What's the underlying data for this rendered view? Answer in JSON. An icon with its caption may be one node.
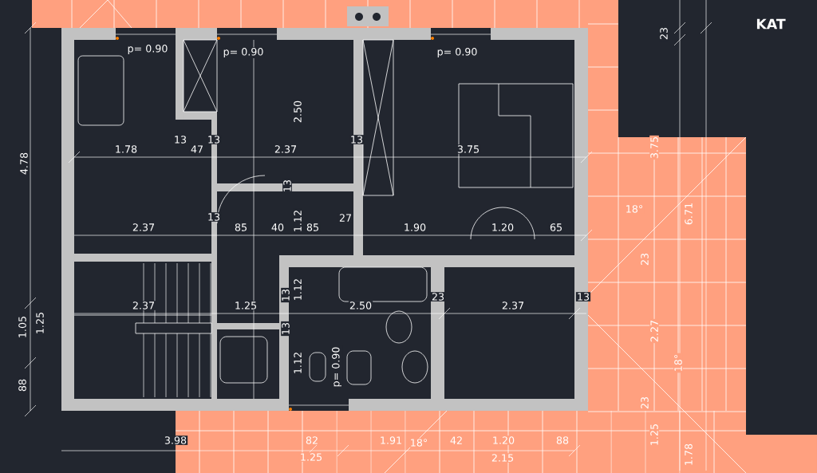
{
  "diagram": {
    "title": "KAT",
    "labels": [
      "23",
      "p= 0.90",
      "p= 0.90",
      "p= 0.90",
      "4.78",
      "2.50",
      "1.78",
      "13",
      "47",
      "13",
      "2.37",
      "13",
      "3.75",
      "3.75",
      "13",
      "18°",
      "6.71",
      "13",
      "2.37",
      "85",
      "40",
      "1.12",
      "85",
      "27",
      "1.90",
      "1.20",
      "65",
      "23",
      "2.37",
      "1.25",
      "13",
      "1.12",
      "2.50",
      "23",
      "2.37",
      "13",
      "2.27",
      "18°",
      "1.05",
      "1.25",
      "13",
      "1.12",
      "p= 0.90",
      "88",
      "23",
      "3.98",
      "82",
      "1.91",
      "18°",
      "42",
      "1.20",
      "88",
      "1.25",
      "2.15",
      "1.25",
      "1.78"
    ]
  }
}
